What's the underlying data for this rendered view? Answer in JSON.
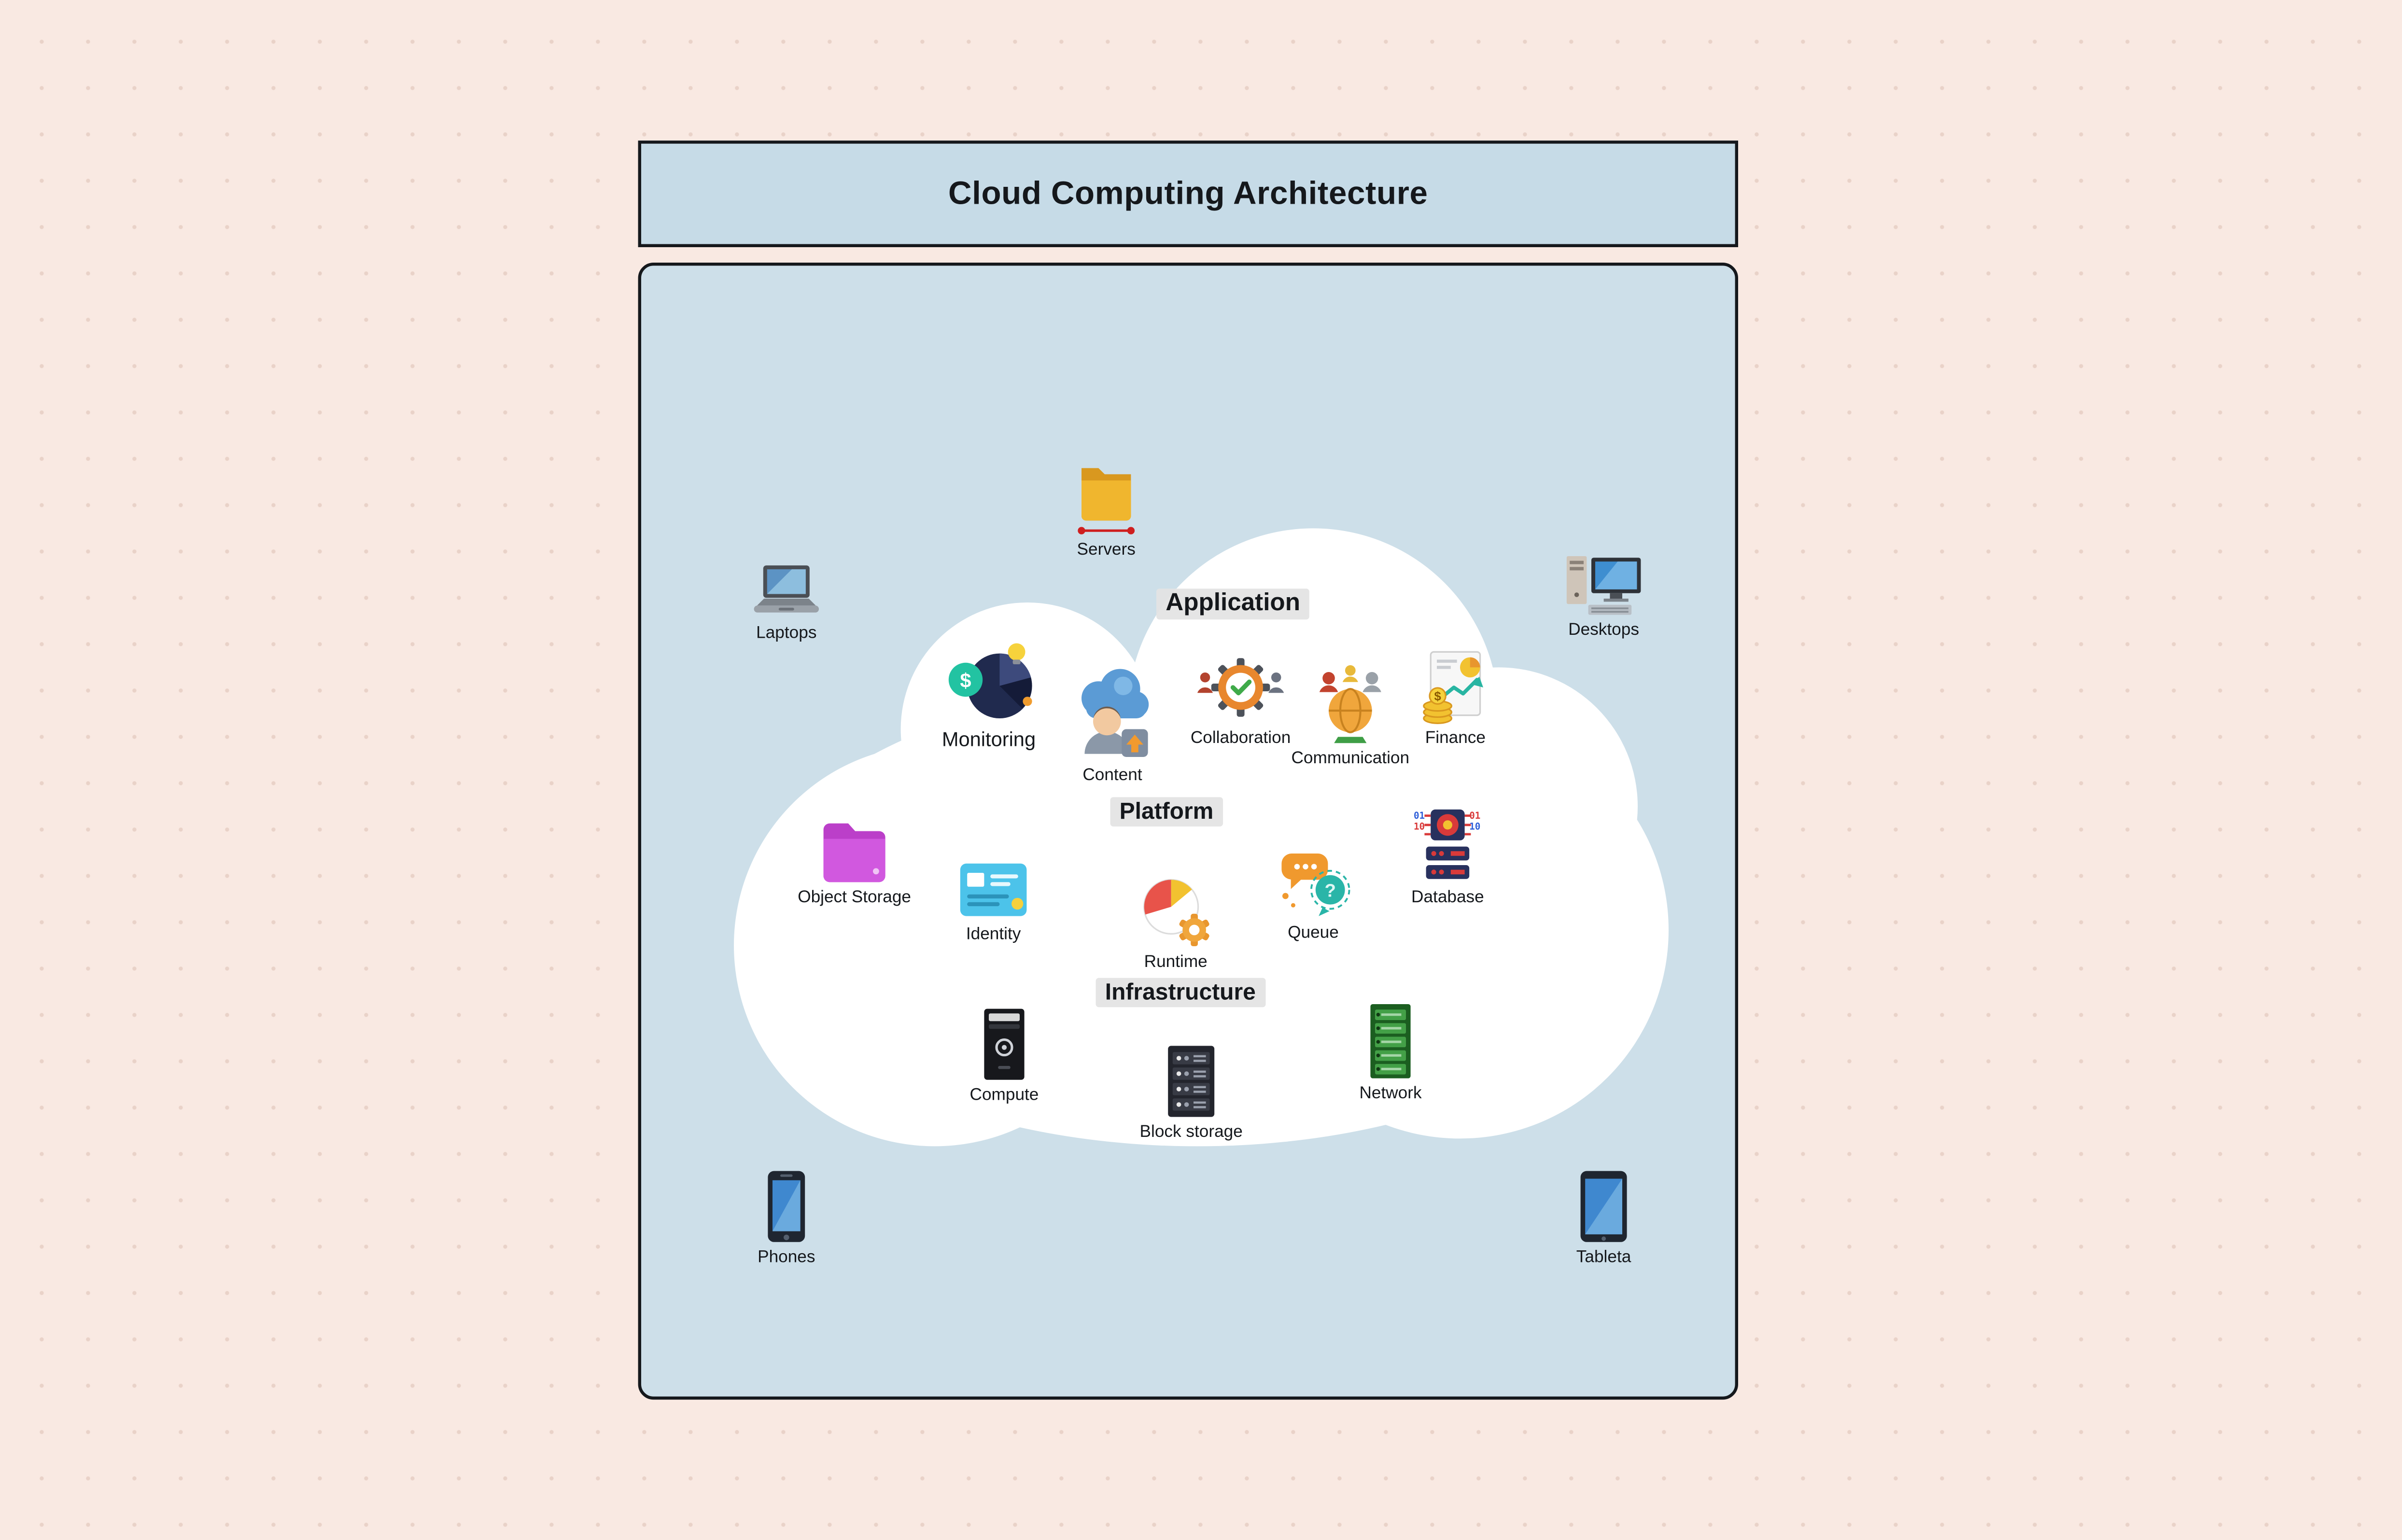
{
  "title": "Cloud Computing Architecture",
  "layers": {
    "application": {
      "label": "Application"
    },
    "platform": {
      "label": "Platform"
    },
    "infrastructure": {
      "label": "Infrastructure"
    }
  },
  "nodes": {
    "servers": {
      "label": "Servers",
      "icon": "folder-network-icon"
    },
    "laptops": {
      "label": "Laptops",
      "icon": "laptop-icon"
    },
    "desktops": {
      "label": "Desktops",
      "icon": "desktop-computer-icon"
    },
    "monitoring": {
      "label": "Monitoring",
      "icon": "monitoring-pie-chart-icon"
    },
    "content": {
      "label": "Content",
      "icon": "cloud-user-upload-icon"
    },
    "collaboration": {
      "label": "Collaboration",
      "icon": "gear-teamwork-icon"
    },
    "communication": {
      "label": "Communication",
      "icon": "globe-people-icon"
    },
    "finance": {
      "label": "Finance",
      "icon": "finance-chart-coins-icon"
    },
    "object_storage": {
      "label": "Object Storage",
      "icon": "folder-icon"
    },
    "identity": {
      "label": "Identity",
      "icon": "id-card-icon"
    },
    "runtime": {
      "label": "Runtime",
      "icon": "pie-chart-gear-icon"
    },
    "queue": {
      "label": "Queue",
      "icon": "chat-bubbles-icon"
    },
    "database": {
      "label": "Database",
      "icon": "chip-binary-icon"
    },
    "compute": {
      "label": "Compute",
      "icon": "tower-pc-icon"
    },
    "block_storage": {
      "label": "Block storage",
      "icon": "storage-rack-icon"
    },
    "network": {
      "label": "Network",
      "icon": "network-rack-icon"
    },
    "phones": {
      "label": "Phones",
      "icon": "smartphone-icon"
    },
    "tableta": {
      "label": "Tableta",
      "icon": "tablet-icon"
    }
  },
  "colors": {
    "background": "#f9e9e2",
    "panel": "#cddfe9",
    "title_box": "#c6dbe7",
    "cloud": "#ffffff",
    "border": "#15181c",
    "connector": "#cf1f1f"
  }
}
